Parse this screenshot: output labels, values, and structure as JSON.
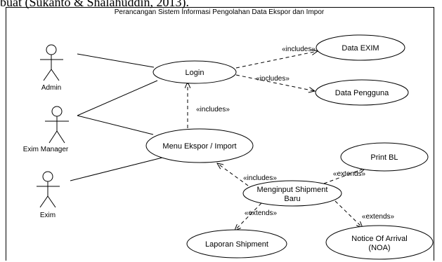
{
  "caption_fragment": "buat (Sukanto & Shalahuddin, 2013).",
  "diagram": {
    "title": "Perancangan Sistem Informasi Pengolahan Data Ekspor dan Impor",
    "actors": [
      {
        "id": "admin",
        "label": "Admin"
      },
      {
        "id": "exim-manager",
        "label": "Exim Manager"
      },
      {
        "id": "exim",
        "label": "Exim"
      }
    ],
    "use_cases": [
      {
        "id": "login",
        "label": "Login"
      },
      {
        "id": "data-exim",
        "label": "Data EXIM"
      },
      {
        "id": "data-pengguna",
        "label": "Data Pengguna"
      },
      {
        "id": "menu-ekspor-import",
        "label": "Menu Ekspor / Import"
      },
      {
        "id": "print-bl",
        "label": "Print BL"
      },
      {
        "id": "menginput-shipment",
        "label_lines": [
          "Menginput Shipment",
          "Baru"
        ]
      },
      {
        "id": "laporan-shipment",
        "label": "Laporan Shipment"
      },
      {
        "id": "notice-of-arrival",
        "label_lines": [
          "Notice Of Arrival",
          "(NOA)"
        ]
      }
    ],
    "relations": [
      {
        "from": "admin",
        "to": "login",
        "type": "association"
      },
      {
        "from": "exim-manager",
        "to": "login",
        "type": "association"
      },
      {
        "from": "exim-manager",
        "to": "menu-ekspor-import",
        "type": "association"
      },
      {
        "from": "exim",
        "to": "menu-ekspor-import",
        "type": "association"
      },
      {
        "from": "login",
        "to": "data-exim",
        "type": "dependency",
        "label": "«includes»"
      },
      {
        "from": "login",
        "to": "data-pengguna",
        "type": "dependency",
        "label": "«includes»"
      },
      {
        "from": "menu-ekspor-import",
        "to": "login",
        "type": "dependency",
        "label": "«includes»"
      },
      {
        "from": "menginput-shipment",
        "to": "menu-ekspor-import",
        "type": "dependency",
        "label": "«includes»"
      },
      {
        "from": "menginput-shipment",
        "to": "print-bl",
        "type": "dependency",
        "label": "«extends»"
      },
      {
        "from": "menginput-shipment",
        "to": "laporan-shipment",
        "type": "dependency",
        "label": "«extends»"
      },
      {
        "from": "menginput-shipment",
        "to": "notice-of-arrival",
        "type": "dependency",
        "label": "«extends»"
      }
    ]
  }
}
